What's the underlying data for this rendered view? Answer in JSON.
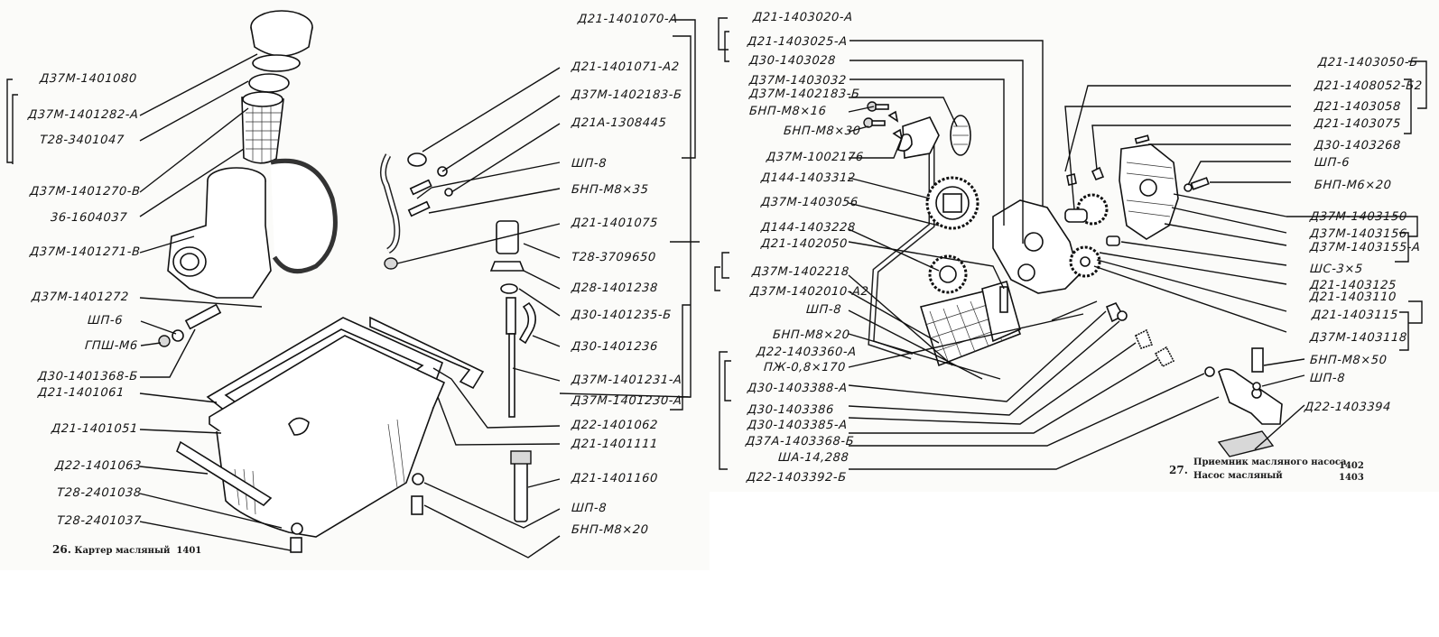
{
  "figure_26": {
    "number": "26.",
    "title": "Картер масляный",
    "group": "1401",
    "labels": [
      "Д37М-1401080",
      "Д37М-1401282-А",
      "Т28-3401047",
      "Д37М-1401270-В",
      "36-1604037",
      "Д37М-1401271-В",
      "Д37М-1401272",
      "ШП-6",
      "ГПШ-М6",
      "Д30-1401368-Б",
      "Д21-1401061",
      "Д21-1401051",
      "Д22-1401063",
      "Т28-2401038",
      "Т28-2401037",
      "Д21-1401070-А",
      "Д21-1401071-А2",
      "Д37М-1402183-Б",
      "Д21А-1308445",
      "ШП-8",
      "БНП-М8×35",
      "Д21-1401075",
      "Т28-3709650",
      "Д28-1401238",
      "Д30-1401235-Б",
      "Д30-1401236",
      "Д37М-1401231-А",
      "Д37М-1401230-А",
      "Д22-1401062",
      "Д21-1401111",
      "Д21-1401160",
      "ШП-8",
      "БНП-М8×20"
    ]
  },
  "figure_27": {
    "number": "27.",
    "captions": [
      {
        "title": "Приемник масляного насоса",
        "group": "1402"
      },
      {
        "title": "Насос масляный",
        "group": "1403"
      }
    ],
    "labels": [
      "Д21-1403020-А",
      "Д21-1403025-А",
      "Д30-1403028",
      "Д37М-1403032",
      "Д37М-1402183-Б",
      "БНП-М8×16",
      "БНП-М8×30",
      "Д37М-1002176",
      "Д144-1403312",
      "Д37М-1403056",
      "Д144-1403228",
      "Д21-1402050",
      "Д37М-1402218",
      "Д37М-1402010-А2",
      "ШП-8",
      "БНП-М8×20",
      "Д22-1403360-А",
      "ПЖ-0,8×170",
      "Д30-1403388-А",
      "Д30-1403386",
      "Д30-1403385-А",
      "Д37А-1403368-Б",
      "ША-14,288",
      "Д22-1403392-Б",
      "Д21-1403050-Б",
      "Д21-1408052-Б2",
      "Д21-1403058",
      "Д21-1403075",
      "Д30-1403268",
      "ШП-6",
      "БНП-М6×20",
      "Д37М-1403150",
      "Д37М-1403156",
      "Д37М-1403155-А",
      "ШС-3×5",
      "Д21-1403125",
      "Д21-1403110",
      "Д21-1403115",
      "Д37М-1403118",
      "БНП-М8×50",
      "ШП-8",
      "Д22-1403394"
    ]
  }
}
